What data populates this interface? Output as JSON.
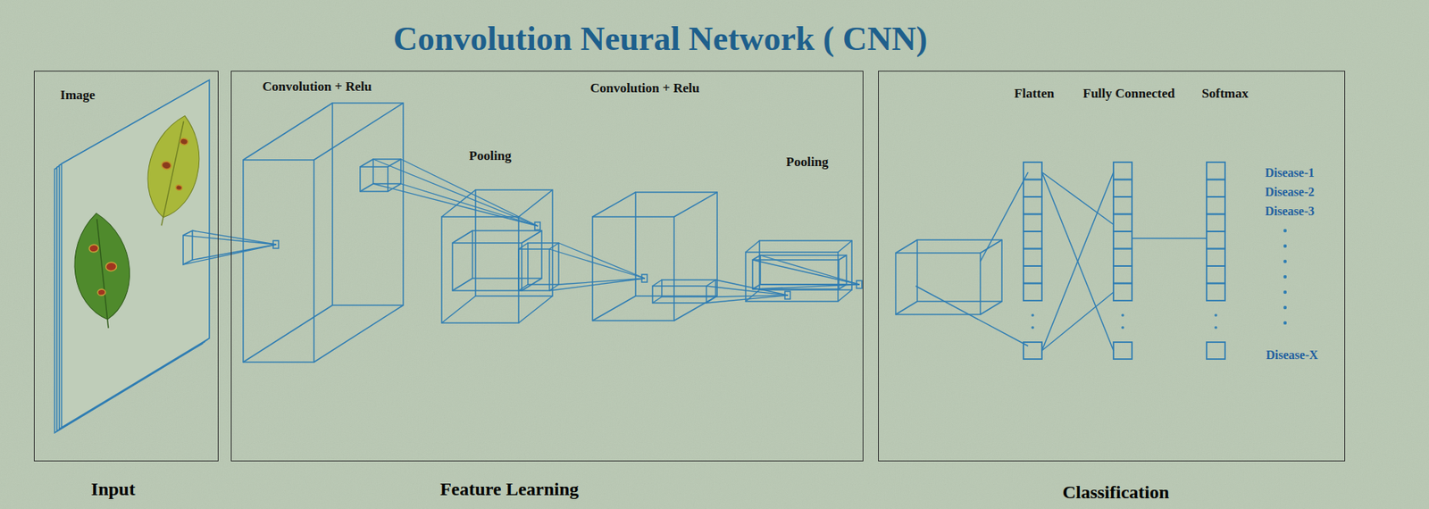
{
  "diagram": {
    "title": "Convolution Neural Network ( CNN)",
    "nodes": [
      {
        "text": [
          "Image",
          "Input"
        ]
      },
      {
        "text": [
          "Convolution + Relu",
          "Pooling",
          "Convolution + Relu",
          "Pooling",
          "Feature Learning"
        ]
      },
      {
        "text": [
          "Flatten",
          "Fully Connected",
          "Softmax",
          "Disease-1",
          "Disease-2",
          "Disease-3",
          "Disease-X",
          "Classification"
        ]
      }
    ]
  }
}
